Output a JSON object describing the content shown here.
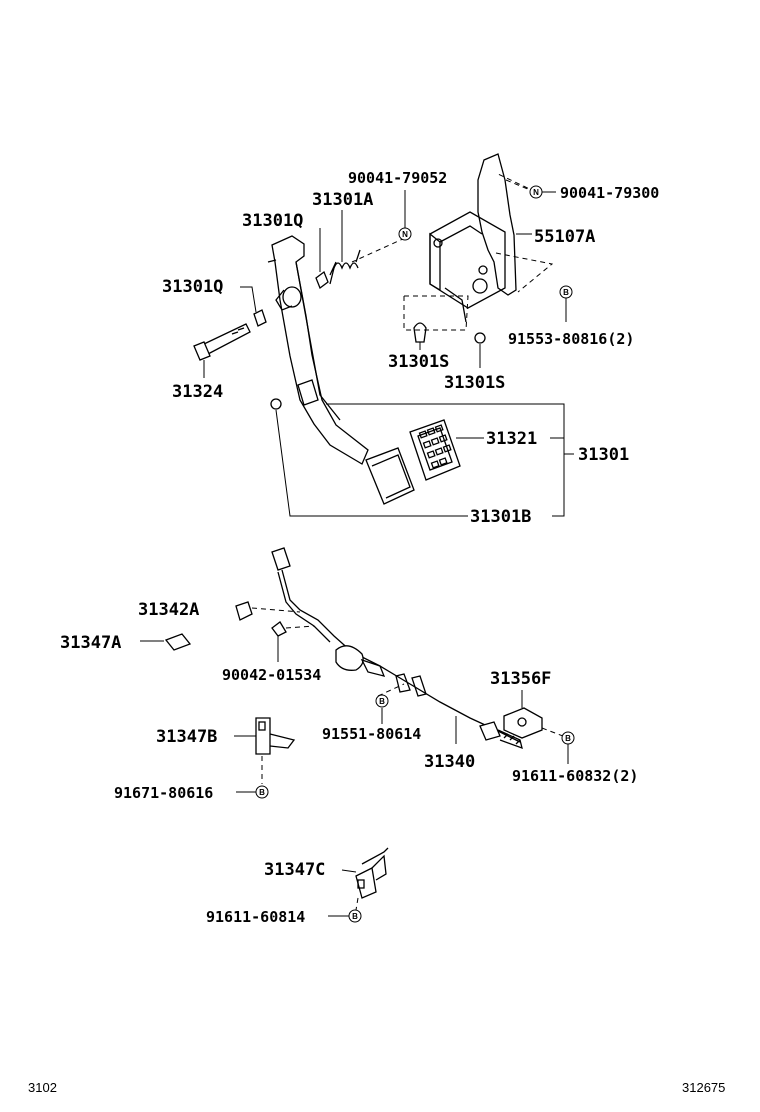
{
  "labels": {
    "p90041_79052": "90041-79052",
    "p31301A": "31301A",
    "p31301Q_top": "31301Q",
    "p31301Q_left": "31301Q",
    "p31324": "31324",
    "p90041_79300": "90041-79300",
    "p55107A": "55107A",
    "p91553_80816": "91553-80816(2)",
    "p31301S_a": "31301S",
    "p31301S_b": "31301S",
    "p31321": "31321",
    "p31301": "31301",
    "p31301B": "31301B",
    "p31342A": "31342A",
    "p31347A": "31347A",
    "p90042_01534": "90042-01534",
    "p31356F": "31356F",
    "p91551_80614": "91551-80614",
    "p31347B": "31347B",
    "p31340": "31340",
    "p91611_60832": "91611-60832(2)",
    "p91671_80616": "91671-80616",
    "p31347C": "31347C",
    "p91611_60814": "91611-60814"
  },
  "markers": {
    "n": "N",
    "b": "B"
  },
  "footer": {
    "left": "3102",
    "right": "312675"
  }
}
